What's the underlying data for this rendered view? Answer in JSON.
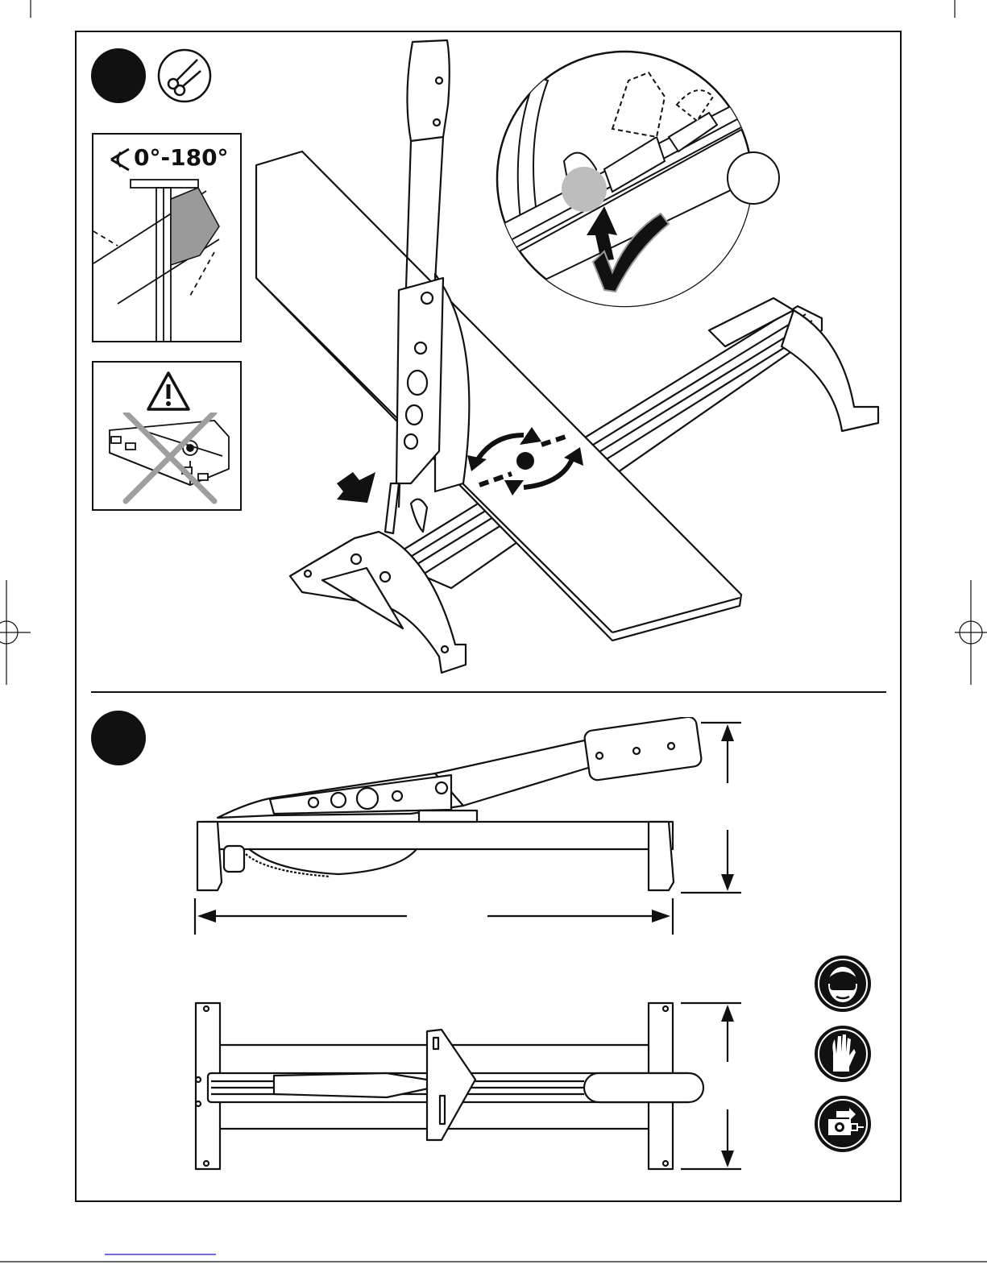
{
  "page": {
    "angle_range_label": "0°-180°",
    "section_1": {
      "step_badge_icon": "filled-circle-badge",
      "tool_icon": "scissors-icon"
    },
    "section_2": {
      "step_badge_icon": "filled-circle-badge"
    },
    "icons": {
      "angle": "angle-icon",
      "warning": "warning-triangle-icon",
      "checkmark": "checkmark-icon",
      "rotate": "rotate-arrows-icon",
      "push_arrow": "push-arrow-icon",
      "up_arrow": "up-arrow-icon",
      "safety_goggles": "safety-goggles-icon",
      "safety_gloves": "safety-gloves-icon",
      "read_manual": "read-manual-icon"
    },
    "colors": {
      "ink": "#111111",
      "grey_fill": "#9a9a9a",
      "light_grey": "#bdbdbd",
      "cross_grey": "#9e9e9e",
      "link_blue": "#3a3adc"
    }
  }
}
